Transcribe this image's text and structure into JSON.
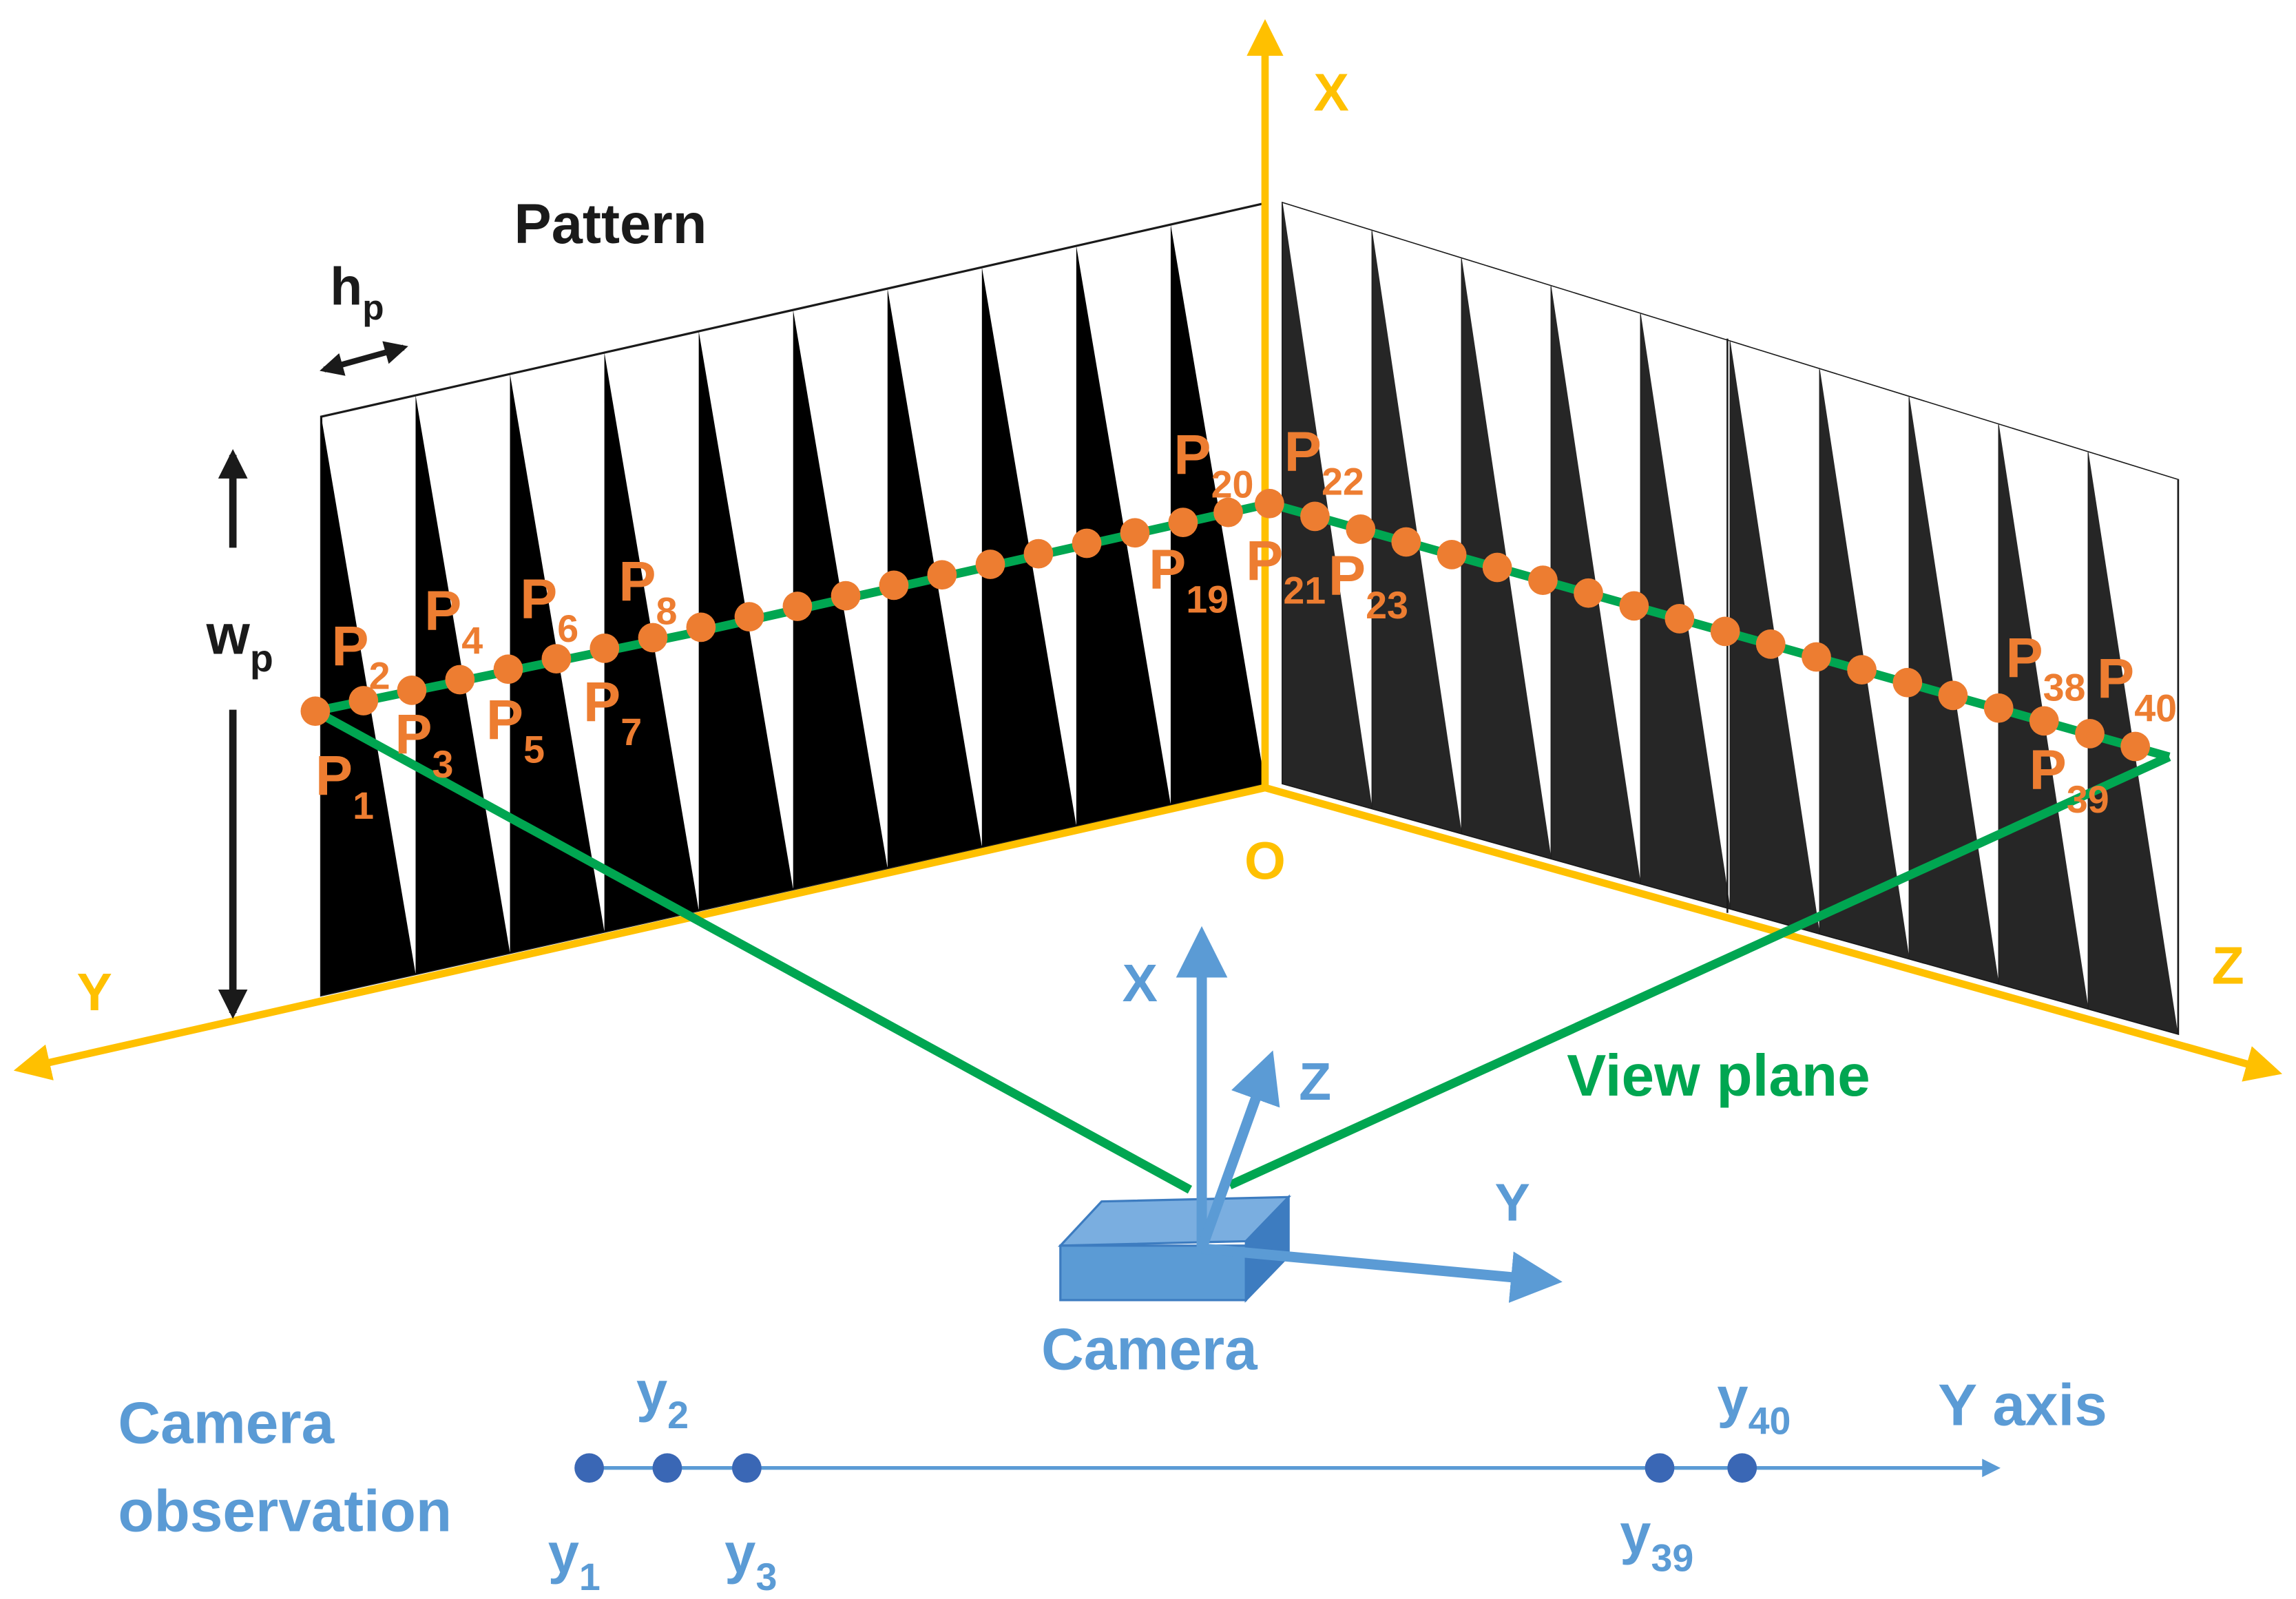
{
  "labels": {
    "pattern": "Pattern",
    "hp_main": "h",
    "hp_sub": "p",
    "wp_main": "w",
    "wp_sub": "p",
    "view_plane": "View plane",
    "camera": "Camera",
    "camera_observation_line1": "Camera",
    "camera_observation_line2": "observation",
    "y_axis": "Y axis"
  },
  "world_axes": {
    "x": "X",
    "y": "Y",
    "z": "Z",
    "origin": "O"
  },
  "camera_axes": {
    "x": "X",
    "y": "Y",
    "z": "Z"
  },
  "points": [
    {
      "main": "P",
      "sub": "1"
    },
    {
      "main": "P",
      "sub": "2"
    },
    {
      "main": "P",
      "sub": "3"
    },
    {
      "main": "P",
      "sub": "4"
    },
    {
      "main": "P",
      "sub": "5"
    },
    {
      "main": "P",
      "sub": "6"
    },
    {
      "main": "P",
      "sub": "7"
    },
    {
      "main": "P",
      "sub": "8"
    },
    {
      "main": "P",
      "sub": "19"
    },
    {
      "main": "P",
      "sub": "20"
    },
    {
      "main": "P",
      "sub": "21"
    },
    {
      "main": "P",
      "sub": "22"
    },
    {
      "main": "P",
      "sub": "23"
    },
    {
      "main": "P",
      "sub": "38"
    },
    {
      "main": "P",
      "sub": "39"
    },
    {
      "main": "P",
      "sub": "40"
    }
  ],
  "observations": [
    {
      "main": "y",
      "sub": "1"
    },
    {
      "main": "y",
      "sub": "2"
    },
    {
      "main": "y",
      "sub": "3"
    },
    {
      "main": "y",
      "sub": "39"
    },
    {
      "main": "y",
      "sub": "40"
    }
  ],
  "colors": {
    "pattern_triangle": "#000000",
    "right_wall_triangle": "#262626",
    "world_axes": "#ffc000",
    "view_plane": "#00a651",
    "points": "#ed7d31",
    "camera": "#5b9bd5"
  }
}
